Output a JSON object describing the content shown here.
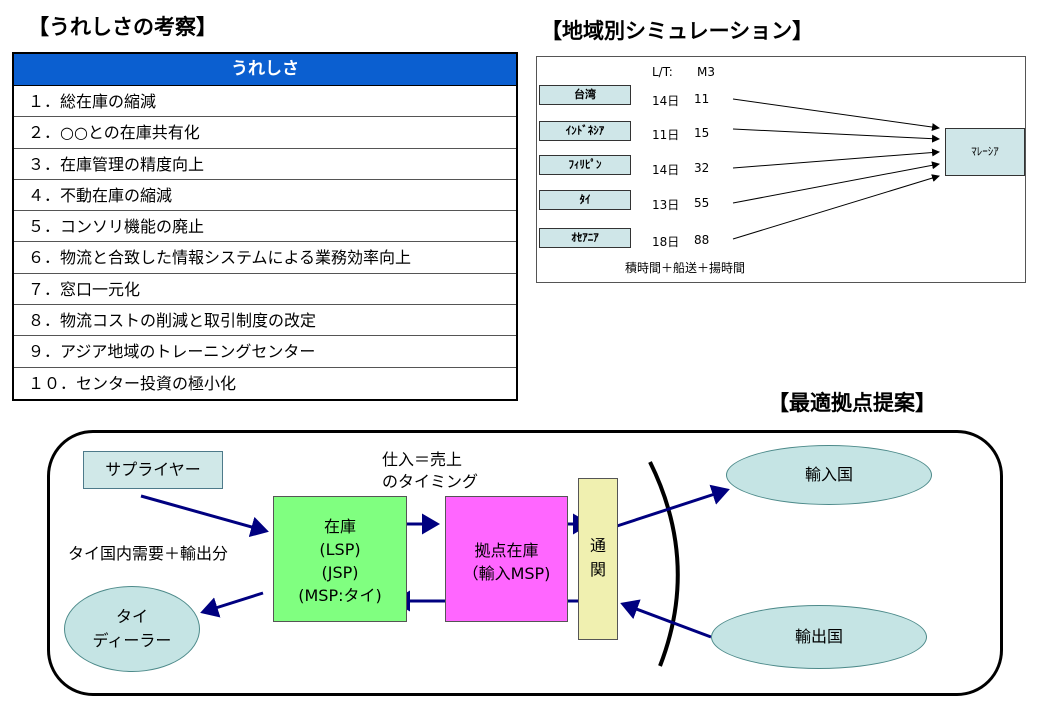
{
  "headings": {
    "benefits": "【うれしさの考察】",
    "simulation": "【地域別シミュレーション】",
    "proposal": "【最適拠点提案】"
  },
  "benefits": {
    "header": "うれしさ",
    "items": [
      "１．総在庫の縮減",
      "２．○○との在庫共有化",
      "３．在庫管理の精度向上",
      "４．不動在庫の縮減",
      "５．コンソリ機能の廃止",
      "６．物流と合致した情報システムによる業務効率向上",
      "７．窓口一元化",
      "８．物流コストの削減と取引制度の改定",
      "９．アジア地域のトレーニングセンター",
      "１０．センター投資の極小化"
    ]
  },
  "simulation": {
    "col_lt": "L/T:",
    "col_m3": "M3",
    "origins": [
      {
        "name": "台湾",
        "lt": "14日",
        "m3": "11"
      },
      {
        "name": "ｲﾝﾄﾞﾈｼｱ",
        "lt": "11日",
        "m3": "15"
      },
      {
        "name": "ﾌｨﾘﾋﾟﾝ",
        "lt": "14日",
        "m3": "32"
      },
      {
        "name": "ﾀｲ",
        "lt": "13日",
        "m3": "55"
      },
      {
        "name": "ｵｾｱﾆｱ",
        "lt": "18日",
        "m3": "88"
      }
    ],
    "destination": "ﾏﾚｰｼｱ",
    "footnote": "積時間＋船送＋揚時間"
  },
  "proposal": {
    "supplier": "サプライヤー",
    "demand_label": "タイ国内需要＋輸出分",
    "dealer": [
      "タイ",
      "ディーラー"
    ],
    "inventory": [
      "在庫",
      "(LSP)",
      "(JSP)",
      "(MSP:タイ)"
    ],
    "timing_label": [
      "仕入＝売上",
      "のタイミング"
    ],
    "hub": [
      "拠点在庫",
      "（輸入MSP)"
    ],
    "customs": [
      "通",
      "関"
    ],
    "import_country": "輸入国",
    "export_country": "輸出国"
  },
  "colors": {
    "header_blue": "#0b5fd0",
    "inventory_green": "#80ff80",
    "hub_magenta": "#ff66ff",
    "customs_yellow": "#f0f0b0",
    "ellipse_teal": "#c5e4e4",
    "sim_box": "#cfe6e8",
    "arrow_navy": "#000080"
  }
}
